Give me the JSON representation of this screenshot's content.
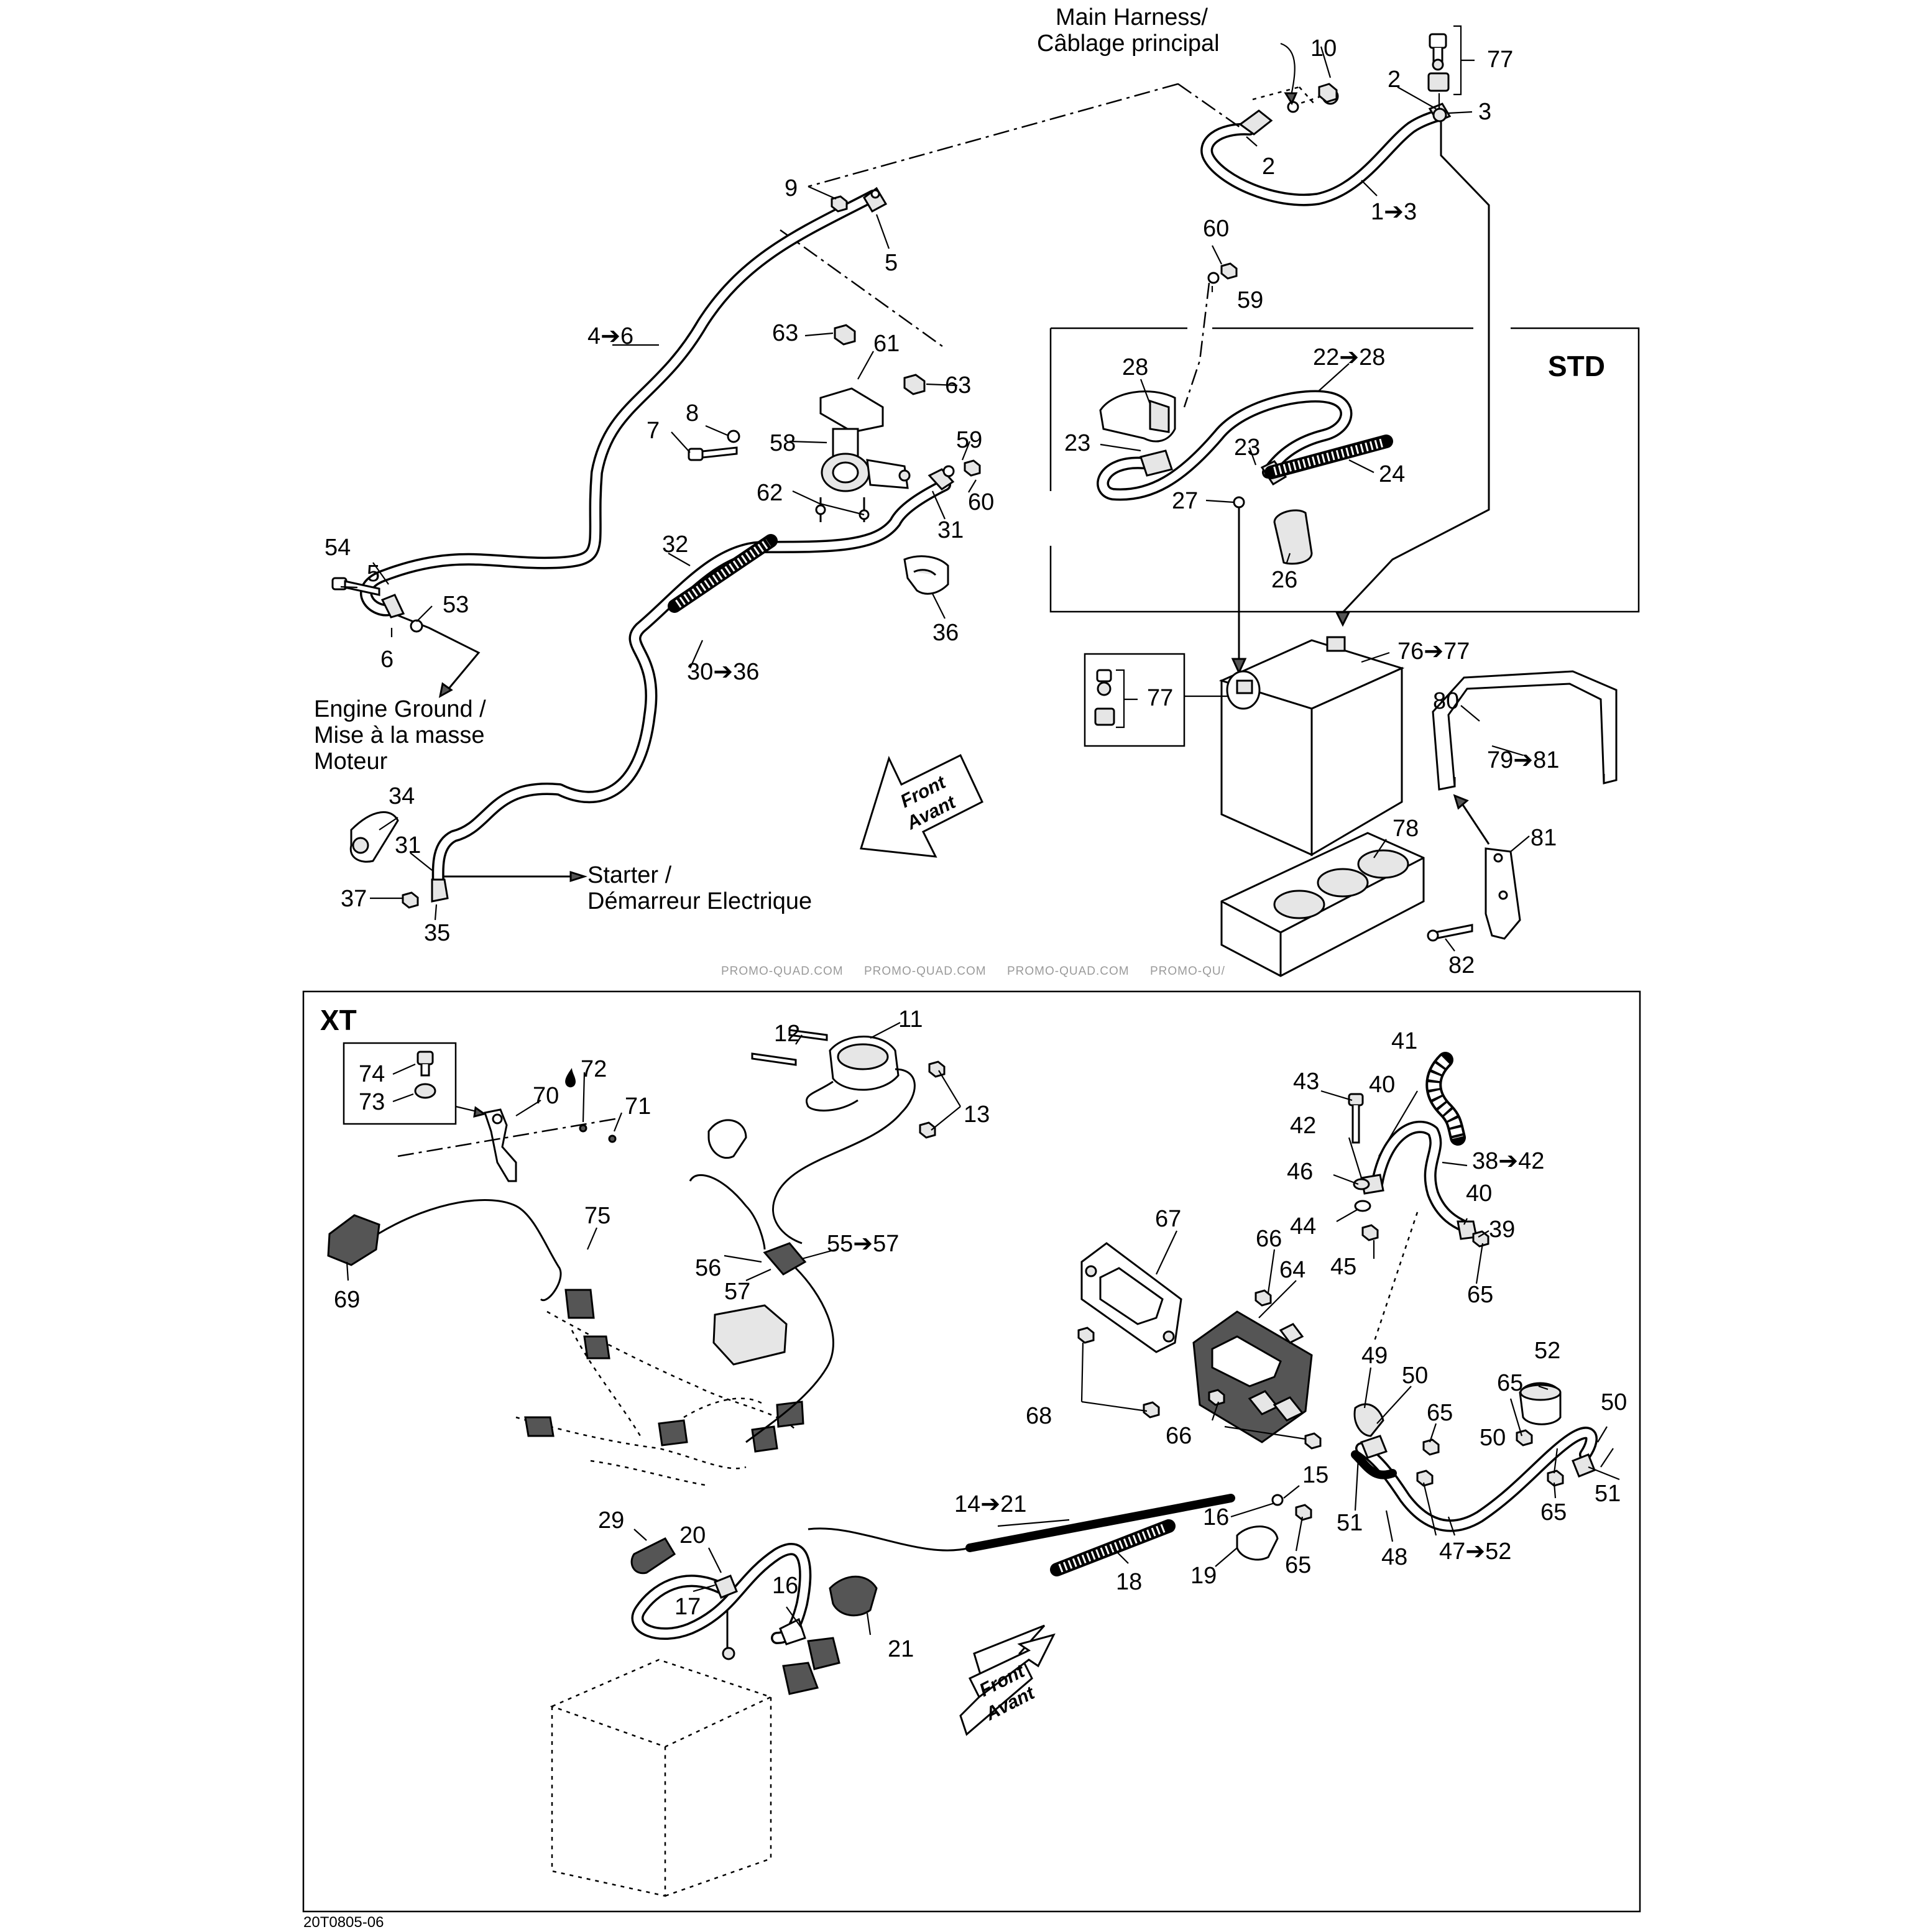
{
  "std_section": {
    "title": "STD",
    "callouts": {
      "main_harness": [
        "Main Harness/",
        "Câblage principal"
      ],
      "engine_ground": [
        "Engine Ground /",
        "Mise à la masse",
        "Moteur"
      ],
      "starter": [
        "Starter /",
        "Démarreur Electrique"
      ]
    },
    "front_arrow": [
      "Front",
      "Avant"
    ],
    "labels": {
      "n10": "10",
      "n2a": "2",
      "n2b": "2",
      "n3": "3",
      "n77a": "77",
      "n1to3": "1➔3",
      "n9": "9",
      "n5a": "5",
      "n4to6": "4➔6",
      "n60a": "60",
      "n59a": "59",
      "n63a": "63",
      "n61": "61",
      "n63b": "63",
      "n8": "8",
      "n7": "7",
      "n58": "58",
      "n62": "62",
      "n59b": "59",
      "n60b": "60",
      "n31a": "31",
      "n32": "32",
      "n36": "36",
      "n30to36": "30➔36",
      "n54": "54",
      "n5b": "5",
      "n53": "53",
      "n6": "6",
      "n34": "34",
      "n31b": "31",
      "n37": "37",
      "n35": "35",
      "n28": "28",
      "n22to28": "22➔28",
      "n23a": "23",
      "n23b": "23",
      "n24": "24",
      "n27": "27",
      "n26": "26",
      "n76to77": "76➔77",
      "n77b": "77",
      "n80": "80",
      "n79to81": "79➔81",
      "n78": "78",
      "n81": "81",
      "n82": "82"
    }
  },
  "watermark": [
    "PROMO-QUAD.COM",
    "PROMO-QUAD.COM",
    "PROMO-QUAD.COM",
    "PROMO-QU/"
  ],
  "xt_section": {
    "title": "XT",
    "front_arrow": [
      "Front",
      "Avant"
    ],
    "labels": {
      "n11": "11",
      "n12": "12",
      "n13": "13",
      "n74": "74",
      "n73": "73",
      "n70": "70",
      "n72": "72",
      "n71": "71",
      "n75": "75",
      "n69": "69",
      "n56": "56",
      "n55to57": "55➔57",
      "n57": "57",
      "n41": "41",
      "n43": "43",
      "n40a": "40",
      "n42": "42",
      "n38to42": "38➔42",
      "n46": "46",
      "n40b": "40",
      "n44": "44",
      "n39": "39",
      "n45": "45",
      "n65a": "65",
      "n67": "67",
      "n66a": "66",
      "n64": "64",
      "n49": "49",
      "n50a": "50",
      "n52": "52",
      "n65b": "65",
      "n65c": "65",
      "n50b": "50",
      "n50c": "50",
      "n68": "68",
      "n66b": "66",
      "n15": "15",
      "n14to21": "14➔21",
      "n16a": "16",
      "n51a": "51",
      "n48": "48",
      "n47to52": "47➔52",
      "n65d": "65",
      "n51b": "51",
      "n19": "19",
      "n65e": "65",
      "n18": "18",
      "n29": "29",
      "n20": "20",
      "n17": "17",
      "n16b": "16",
      "n21": "21"
    }
  },
  "diagram_code": "20T0805-06"
}
